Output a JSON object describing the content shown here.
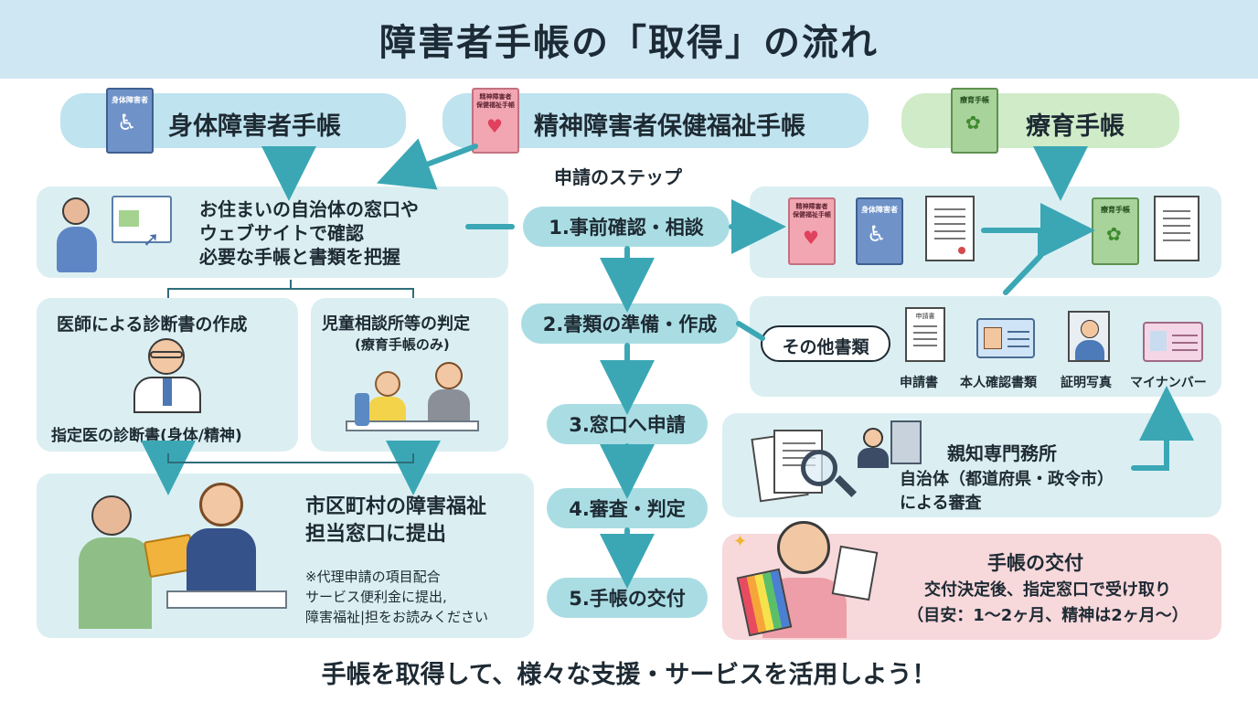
{
  "title": "障害者手帳の「取得」の流れ",
  "cards": {
    "physical": {
      "label": "身体障害者手帳",
      "mini_label": "身体障害者"
    },
    "mental": {
      "label": "精神障害者保健福祉手帳",
      "mini_label": "精神障害者\n保健福祉手帳"
    },
    "ryoiku": {
      "label": "療育手帳",
      "mini_label": "療育手帳"
    }
  },
  "steps_heading": "申請のステップ",
  "steps": [
    "1.事前確認・相談",
    "2.書類の準備・作成",
    "3.窓口へ申請",
    "4.審査・判定",
    "5.手帳の交付"
  ],
  "check": {
    "lines": [
      "お住まいの自治体の窓口や",
      "ウェブサイトで確認",
      "必要な手帳と書類を把握"
    ]
  },
  "doctor": {
    "title": "医師による診断書の作成",
    "caption": "指定医の診断書(身体/精神)"
  },
  "child": {
    "title": "児童相談所等の判定",
    "subtitle": "(療育手帳のみ)"
  },
  "submit": {
    "title_lines": [
      "市区町村の障害福祉",
      "担当窓口に提出"
    ],
    "notes": [
      "※代理申請の項目配合",
      "サービス便利金に提出,",
      "障害福祉|担をお読みください"
    ]
  },
  "other_docs": {
    "label": "その他書類",
    "items": [
      "申請書",
      "本人確認書類",
      "証明写真",
      "マイナンバー"
    ],
    "form_mini": "申請書"
  },
  "review": {
    "title": "親知専門務所",
    "lines": [
      "自治体（都道府県・政令市）",
      "による審査"
    ]
  },
  "issue": {
    "title": "手帳の交付",
    "lines": [
      "交付決定後、指定窓口で受け取り",
      "（目安：1〜2ヶ月、精神は2ヶ月〜）"
    ]
  },
  "footer": "手帳を取得して、様々な支援・サービスを活用しよう！",
  "colors": {
    "header": "#cfe7f3",
    "panel": "#dbeff2",
    "step": "#a9dde3",
    "arrow": "#3ba7b5",
    "physical_card": "#6f93c9",
    "mental_card": "#f2a6b2",
    "ryoiku_card": "#a8d39a",
    "issue_panel": "#f7d8db"
  }
}
